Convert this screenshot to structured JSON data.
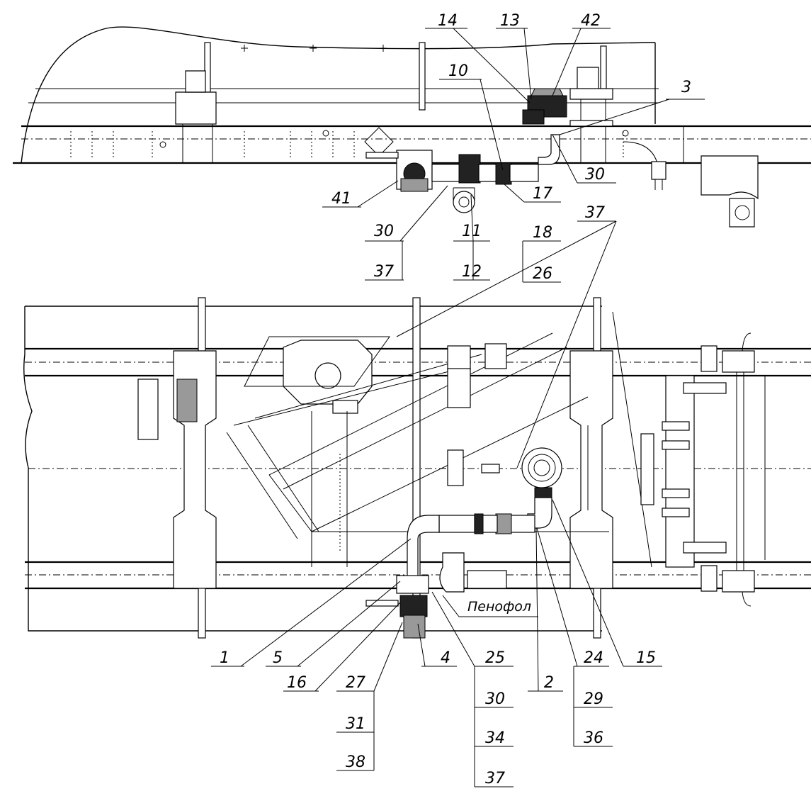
{
  "drawing": {
    "label": "Пенофол",
    "callouts": [
      {
        "id": "c14",
        "text": "14"
      },
      {
        "id": "c13",
        "text": "13"
      },
      {
        "id": "c42",
        "text": "42"
      },
      {
        "id": "c10",
        "text": "10"
      },
      {
        "id": "c3",
        "text": "3"
      },
      {
        "id": "c30a",
        "text": "30"
      },
      {
        "id": "c17",
        "text": "17"
      },
      {
        "id": "c41",
        "text": "41"
      },
      {
        "id": "c30b",
        "text": "30"
      },
      {
        "id": "c11",
        "text": "11"
      },
      {
        "id": "c18",
        "text": "18"
      },
      {
        "id": "c37a",
        "text": "37"
      },
      {
        "id": "c37b",
        "text": "37"
      },
      {
        "id": "c12",
        "text": "12"
      },
      {
        "id": "c26",
        "text": "26"
      },
      {
        "id": "c1",
        "text": "1"
      },
      {
        "id": "c5",
        "text": "5"
      },
      {
        "id": "c4",
        "text": "4"
      },
      {
        "id": "c25",
        "text": "25"
      },
      {
        "id": "c16",
        "text": "16"
      },
      {
        "id": "c2",
        "text": "2"
      },
      {
        "id": "c24",
        "text": "24"
      },
      {
        "id": "c15",
        "text": "15"
      },
      {
        "id": "c27",
        "text": "27"
      },
      {
        "id": "c30c",
        "text": "30"
      },
      {
        "id": "c29",
        "text": "29"
      },
      {
        "id": "c31",
        "text": "31"
      },
      {
        "id": "c34",
        "text": "34"
      },
      {
        "id": "c36",
        "text": "36"
      },
      {
        "id": "c38",
        "text": "38"
      },
      {
        "id": "c37c",
        "text": "37"
      }
    ]
  }
}
